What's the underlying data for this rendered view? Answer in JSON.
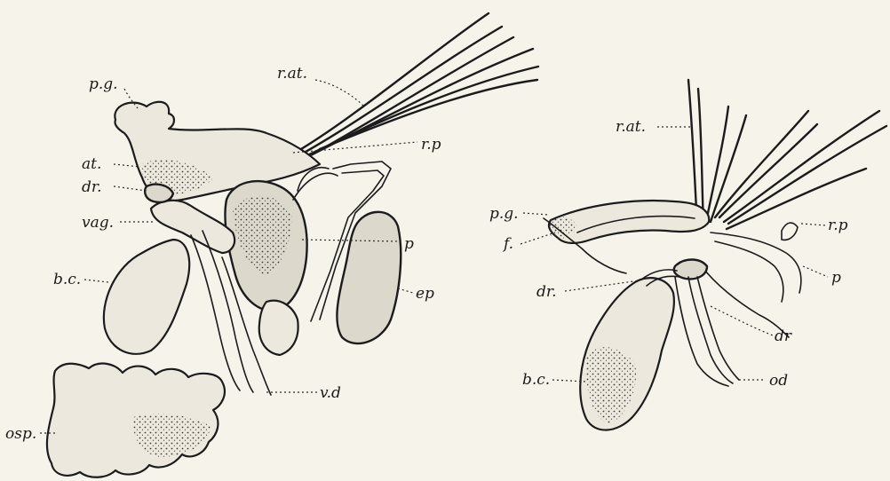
{
  "figure_left": {
    "labels": {
      "pg": "p.g.",
      "rat": "r.at.",
      "rp": "r.p",
      "at": "at.",
      "dr": "dr.",
      "vag": "vag.",
      "p": "p",
      "bc": "b.c.",
      "ep": "ep",
      "vd": "v.d",
      "osp": "osp."
    }
  },
  "figure_right": {
    "labels": {
      "rat": "r.at.",
      "pg": "p.g.",
      "f": "f.",
      "rp": "r.p",
      "p": "p",
      "dr_left": "dr.",
      "dr_right": "dr",
      "bc": "b.c.",
      "od": "od"
    }
  }
}
